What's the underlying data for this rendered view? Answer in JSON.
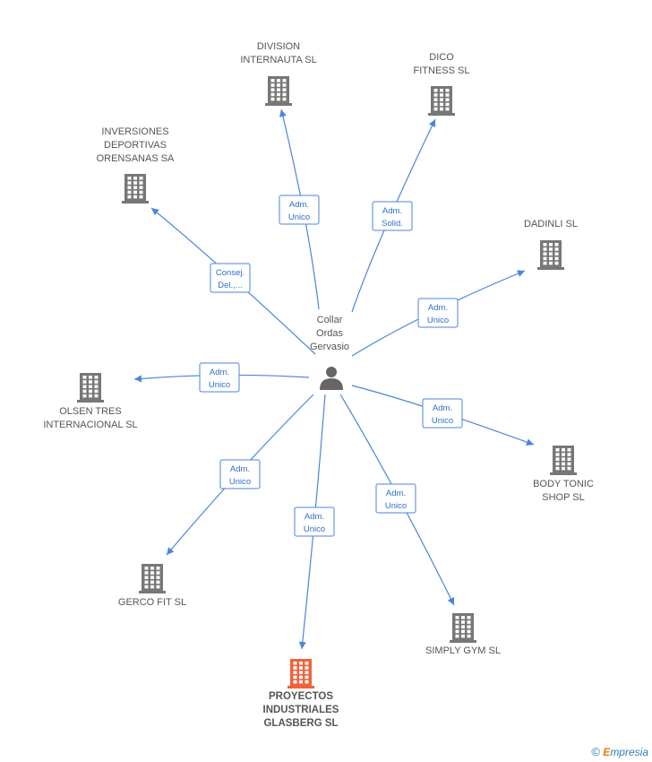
{
  "center": {
    "label_lines": [
      "Collar",
      "Ordas",
      "Gervasio"
    ]
  },
  "companies": [
    {
      "id": "division",
      "lines": [
        "DIVISION",
        "INTERNAUTA SL"
      ],
      "highlight": false
    },
    {
      "id": "dico",
      "lines": [
        "DICO",
        "FITNESS  SL"
      ],
      "highlight": false
    },
    {
      "id": "inversiones",
      "lines": [
        "INVERSIONES",
        "DEPORTIVAS",
        "ORENSANAS SA"
      ],
      "highlight": false
    },
    {
      "id": "dadinli",
      "lines": [
        "DADINLI SL"
      ],
      "highlight": false
    },
    {
      "id": "olsen",
      "lines": [
        "OLSEN TRES",
        "INTERNACIONAL SL"
      ],
      "highlight": false
    },
    {
      "id": "bodytonic",
      "lines": [
        "BODY TONIC",
        "SHOP SL"
      ],
      "highlight": false
    },
    {
      "id": "gerco",
      "lines": [
        "GERCO FIT SL"
      ],
      "highlight": false
    },
    {
      "id": "simplygym",
      "lines": [
        "SIMPLY GYM SL"
      ],
      "highlight": false
    },
    {
      "id": "proyectos",
      "lines": [
        "PROYECTOS",
        "INDUSTRIALES",
        "GLASBERG SL"
      ],
      "highlight": true
    }
  ],
  "roles": [
    {
      "target": "division",
      "lines": [
        "Adm.",
        "Unico"
      ]
    },
    {
      "target": "dico",
      "lines": [
        "Adm.",
        "Solid."
      ]
    },
    {
      "target": "inversiones",
      "lines": [
        "Consej.",
        "Del.,..."
      ]
    },
    {
      "target": "dadinli",
      "lines": [
        "Adm.",
        "Unico"
      ]
    },
    {
      "target": "olsen",
      "lines": [
        "Adm.",
        "Unico"
      ]
    },
    {
      "target": "bodytonic",
      "lines": [
        "Adm.",
        "Unico"
      ]
    },
    {
      "target": "gerco",
      "lines": [
        "Adm.",
        "Unico"
      ]
    },
    {
      "target": "proyectos",
      "lines": [
        "Adm.",
        "Unico"
      ]
    },
    {
      "target": "simplygym",
      "lines": [
        "Adm.",
        "Unico"
      ]
    }
  ],
  "colors": {
    "edge": "#4a86d8",
    "building": "#777777",
    "building_highlight": "#f0623a"
  },
  "footer": {
    "copyright_symbol": "©",
    "brand_first": "E",
    "brand_rest": "mpresia"
  }
}
